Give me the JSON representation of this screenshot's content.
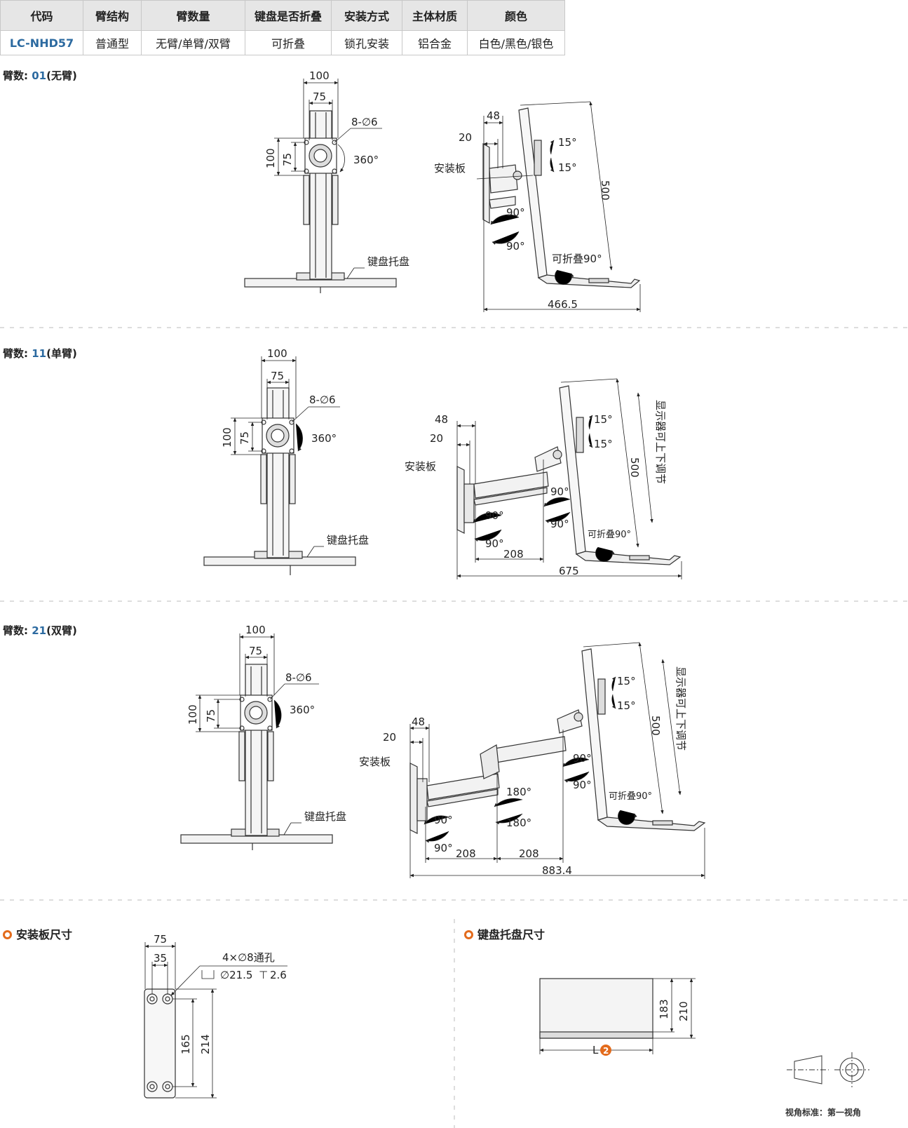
{
  "table": {
    "headers": [
      "代码",
      "臂结构",
      "臂数量",
      "键盘是否折叠",
      "安装方式",
      "主体材质",
      "颜色"
    ],
    "row": [
      "LC-NHD57",
      "普通型",
      "无臂/单臂/双臂",
      "可折叠",
      "锁孔安装",
      "铝合金",
      "白色/黑色/银色"
    ]
  },
  "sections": [
    {
      "prefix": "臂数: ",
      "num": "01",
      "suffix": "(无臂)"
    },
    {
      "prefix": "臂数: ",
      "num": "11",
      "suffix": "(单臂)"
    },
    {
      "prefix": "臂数: ",
      "num": "21",
      "suffix": "(双臂)"
    }
  ],
  "labels": {
    "d100": "100",
    "d75": "75",
    "holes": "8-∅6",
    "rot360": "360°",
    "tray": "键盘托盘",
    "plate": "安装板",
    "d48": "48",
    "d20": "20",
    "t15": "15°",
    "t90": "90°",
    "t180": "180°",
    "d500": "500",
    "fold": "可折叠90°",
    "w1": "466.5",
    "w2": "675",
    "w3": "883.4",
    "a208": "208",
    "monitor_adj": "显示器可上下调节"
  },
  "plate_section": {
    "title": "安装板尺寸",
    "d75": "75",
    "d35": "35",
    "holes": "4×∅8通孔",
    "cbore": "∅21.5",
    "depth": "2.6",
    "d165": "165",
    "d214": "214"
  },
  "tray_section": {
    "title": "键盘托盘尺寸",
    "d183": "183",
    "d210": "210",
    "L": "L"
  },
  "footer": {
    "view": "视角标准：第一视角"
  }
}
